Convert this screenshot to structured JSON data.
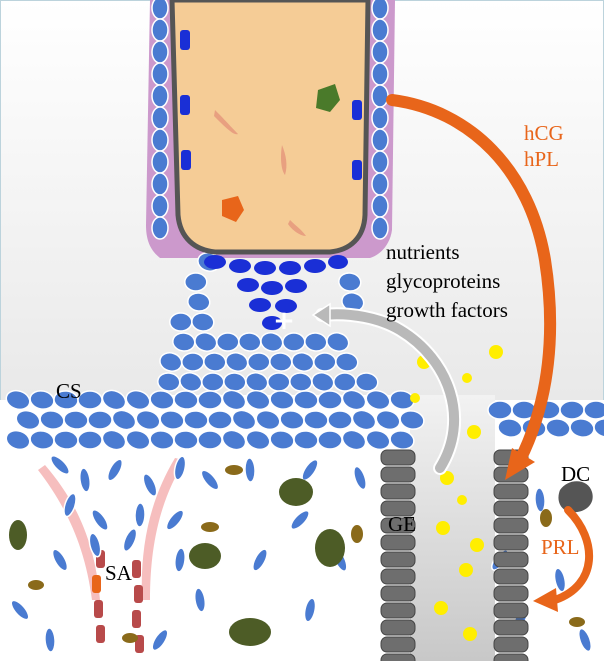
{
  "labels": {
    "hcg": "hCG",
    "hpl": "hPL",
    "nutrients": "nutrients",
    "glycoproteins": "glycoproteins",
    "growth_factors": "growth factors",
    "cs": "CS",
    "sa": "SA",
    "ge": "GE",
    "dc": "DC",
    "prl": "PRL",
    "plus": "+"
  },
  "colors": {
    "cell_blue": "#4a7bd1",
    "dark_blue": "#1a2fd6",
    "villus_core": "#f5cc96",
    "outer_layer": "#cc99cc",
    "gland_gray": "#6e6e6e",
    "secretion_yellow": "#ffee00",
    "hormone_orange": "#e8651a",
    "vessel_pink": "#f5b3b3",
    "artery_red": "#b84a4a",
    "inclusion_green": "#4d5c26",
    "inclusion_brown": "#8a6a1a"
  }
}
